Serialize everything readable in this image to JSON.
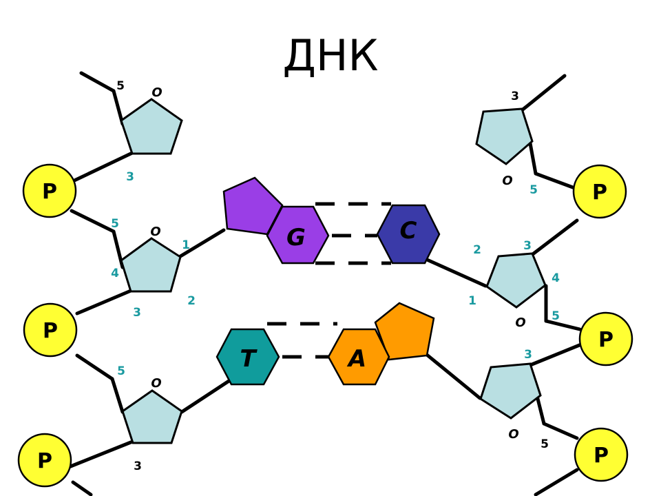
{
  "title": "ДНК",
  "phosphate_label": "P",
  "oxygen_label": "O",
  "bases": {
    "guanine": {
      "label": "G",
      "color": "#9a3ee6"
    },
    "cytosine": {
      "label": "C",
      "color": "#3a3aa8"
    },
    "thymine": {
      "label": "T",
      "color": "#109c9c"
    },
    "adenine": {
      "label": "A",
      "color": "#ff9b00"
    }
  },
  "carbon_numbers": {
    "left_top_5": "5",
    "left_top_3": "3",
    "left_mid_5": "5",
    "left_mid_1": "1",
    "left_mid_4": "4",
    "left_mid_3": "3",
    "left_mid_2": "2",
    "left_bot_5": "5",
    "left_bot_3": "3",
    "right_top_3": "3",
    "right_top_5": "5",
    "right_mid_2": "2",
    "right_mid_3": "3",
    "right_mid_4": "4",
    "right_mid_1": "1",
    "right_mid_5": "5",
    "right_bot_3": "3",
    "right_bot_5": "5"
  },
  "colors": {
    "sugar": "#b9dfe2",
    "phosphate": "#ffff33",
    "numbers": "#1a9aa0"
  }
}
